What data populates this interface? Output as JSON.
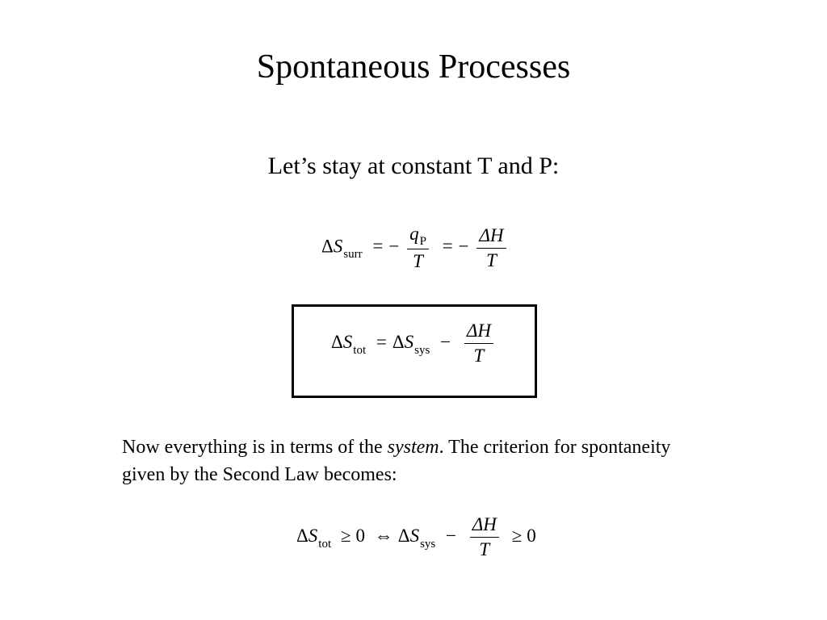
{
  "slide": {
    "title": "Spontaneous Processes",
    "subtitle": "Let’s stay at constant T and P:",
    "equation_surr": {
      "delta": "Δ",
      "S": "S",
      "sub": "surr",
      "eq": "=",
      "minus": "−",
      "frac1_num": "q",
      "frac1_num_sub": "P",
      "frac1_den": "T",
      "frac2_num": "ΔH",
      "frac2_den": "T"
    },
    "equation_tot": {
      "delta": "Δ",
      "S": "S",
      "sub_tot": "tot",
      "eq": "=",
      "sub_sys": "sys",
      "minus": "−",
      "frac_num": "ΔH",
      "frac_den": "T"
    },
    "paragraph": {
      "before": "Now everything is in terms of the ",
      "emphasis": "system",
      "after": ". The criterion for spontaneity given by the Second Law becomes:"
    },
    "criterion": {
      "delta": "Δ",
      "S": "S",
      "sub_tot": "tot",
      "geq": "≥",
      "zero": "0",
      "iff": "⇔",
      "sub_sys": "sys",
      "minus": "−",
      "frac_num": "ΔH",
      "frac_den": "T"
    }
  }
}
